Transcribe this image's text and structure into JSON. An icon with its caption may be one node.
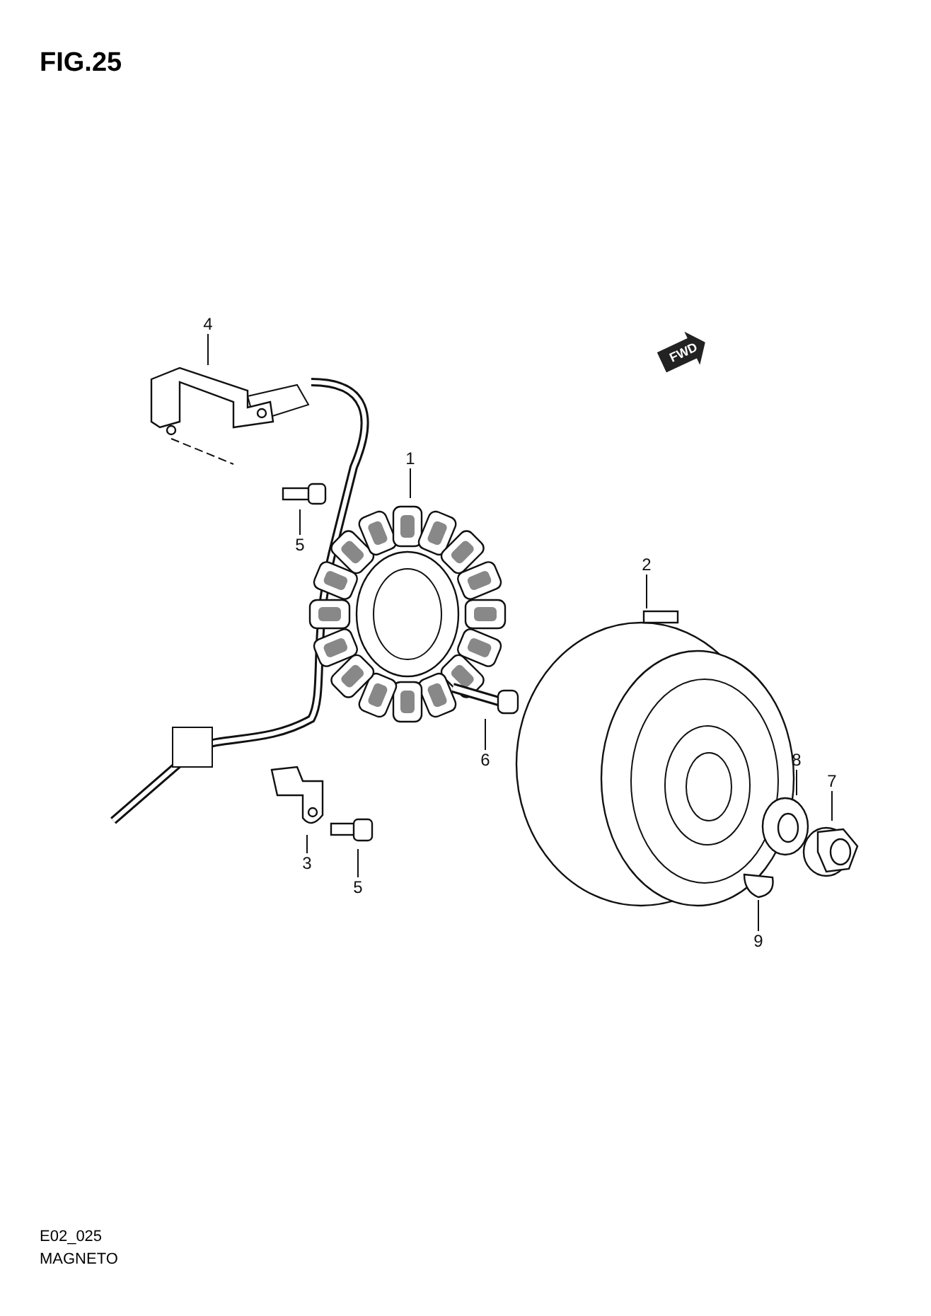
{
  "diagram": {
    "title": "FIG.25",
    "nodes": [
      {
        "text": [
          "4"
        ]
      },
      {
        "text": [],
        "shape": "picture"
      },
      {
        "text": [
          "1"
        ]
      },
      {
        "text": [],
        "shape": "picture"
      },
      {
        "text": [
          "5"
        ]
      },
      {
        "text": [],
        "shape": "picture"
      },
      {
        "text": [
          "2"
        ]
      },
      {
        "text": [],
        "shape": "picture"
      },
      {
        "text": [
          "6"
        ]
      },
      {
        "text": [],
        "shape": "picture"
      },
      {
        "text": [
          "8"
        ]
      },
      {
        "text": [],
        "shape": "picture"
      },
      {
        "text": [
          "7"
        ]
      },
      {
        "text": [],
        "shape": "picture"
      },
      {
        "text": [
          "3"
        ]
      },
      {
        "text": [],
        "shape": "picture"
      },
      {
        "text": [
          "5"
        ]
      },
      {
        "text": [],
        "shape": "picture"
      },
      {
        "text": [
          "9"
        ]
      },
      {
        "text": [],
        "shape": "picture"
      }
    ],
    "edges": [
      {
        "from": 0,
        "to": 1,
        "arrow": "none"
      },
      {
        "from": 2,
        "to": 3,
        "arrow": "none"
      },
      {
        "from": 4,
        "to": 5,
        "arrow": "none"
      },
      {
        "from": 6,
        "to": 7,
        "arrow": "none"
      },
      {
        "from": 8,
        "to": 9,
        "arrow": "none"
      },
      {
        "from": 10,
        "to": 11,
        "arrow": "none"
      },
      {
        "from": 12,
        "to": 13,
        "arrow": "none"
      },
      {
        "from": 14,
        "to": 15,
        "arrow": "none"
      },
      {
        "from": 16,
        "to": 17,
        "arrow": "none"
      },
      {
        "from": 18,
        "to": 19,
        "arrow": "none"
      }
    ],
    "labels": [
      "FWD",
      "E02_025",
      "MAGNETO"
    ]
  }
}
